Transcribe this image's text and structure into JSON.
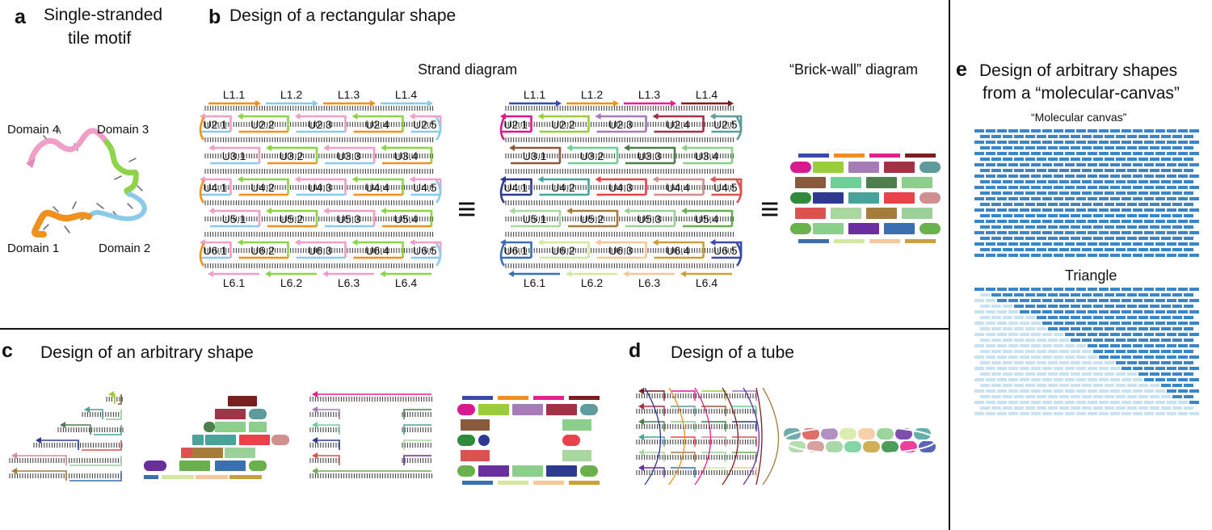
{
  "panel_a": {
    "label": "a",
    "title_line1": "Single-stranded",
    "title_line2": "tile motif",
    "domains": [
      "Domain 4",
      "Domain 3",
      "Domain 1",
      "Domain 2"
    ],
    "domain_colors": [
      "#f29fc8",
      "#8ed44a",
      "#f0901e",
      "#8ccbe8"
    ]
  },
  "panel_b": {
    "label": "b",
    "title": "Design of a rectangular shape",
    "strand_caption": "Strand diagram",
    "brick_caption": "“Brick-wall” diagram",
    "equals_sign": "≡",
    "top_row": [
      "L1.1",
      "L1.2",
      "L1.3",
      "L1.4"
    ],
    "rows": [
      [
        "U2.1",
        "U2.2",
        "U2.3",
        "U2.4",
        "U2.5"
      ],
      [
        "U3.1",
        "U3.2",
        "U3.3",
        "U3.4"
      ],
      [
        "U4.1",
        "U4.2",
        "U4.3",
        "U4.4",
        "U4.5"
      ],
      [
        "U5.1",
        "U5.2",
        "U5.3",
        "U5.4"
      ],
      [
        "U6.1",
        "U6.2",
        "U6.3",
        "U6.4",
        "U6.5"
      ]
    ],
    "bottom_row": [
      "L6.1",
      "L6.2",
      "L6.3",
      "L6.4"
    ],
    "mono_colors": {
      "orange": "#f0901e",
      "blue": "#8ccbe8",
      "green": "#8ed44a",
      "pink": "#f29fc8"
    },
    "palette": [
      "#3b4aa8",
      "#f0901e",
      "#e91e8c",
      "#7a1f1f",
      "#d81b8c",
      "#9ccd3a",
      "#a67cb8",
      "#a23246",
      "#5e9c9c",
      "#8a5a3c",
      "#6fcf97",
      "#4d7f4d",
      "#8ccf8c",
      "#2e8b3a",
      "#2e3a8f",
      "#4aa39a",
      "#e8434a",
      "#d09090",
      "#d9534f",
      "#a8d8a0",
      "#a67c3a",
      "#9ad29a",
      "#6ab04c",
      "#6a2f9e",
      "#3a6fb0",
      "#d4e9a0",
      "#f5c89a",
      "#c9a13a"
    ]
  },
  "panel_c": {
    "label": "c",
    "title": "Design of an arbitrary shape"
  },
  "panel_d": {
    "label": "d",
    "title": "Design of a tube"
  },
  "panel_e": {
    "label": "e",
    "title_line1": "Design of arbitrary shapes",
    "title_line2": "from a “molecular-canvas”",
    "canvas_caption": "“Molecular canvas”",
    "triangle_caption": "Triangle",
    "brick_color": "#3b86c6",
    "brick_light": "#c7e3f1"
  }
}
